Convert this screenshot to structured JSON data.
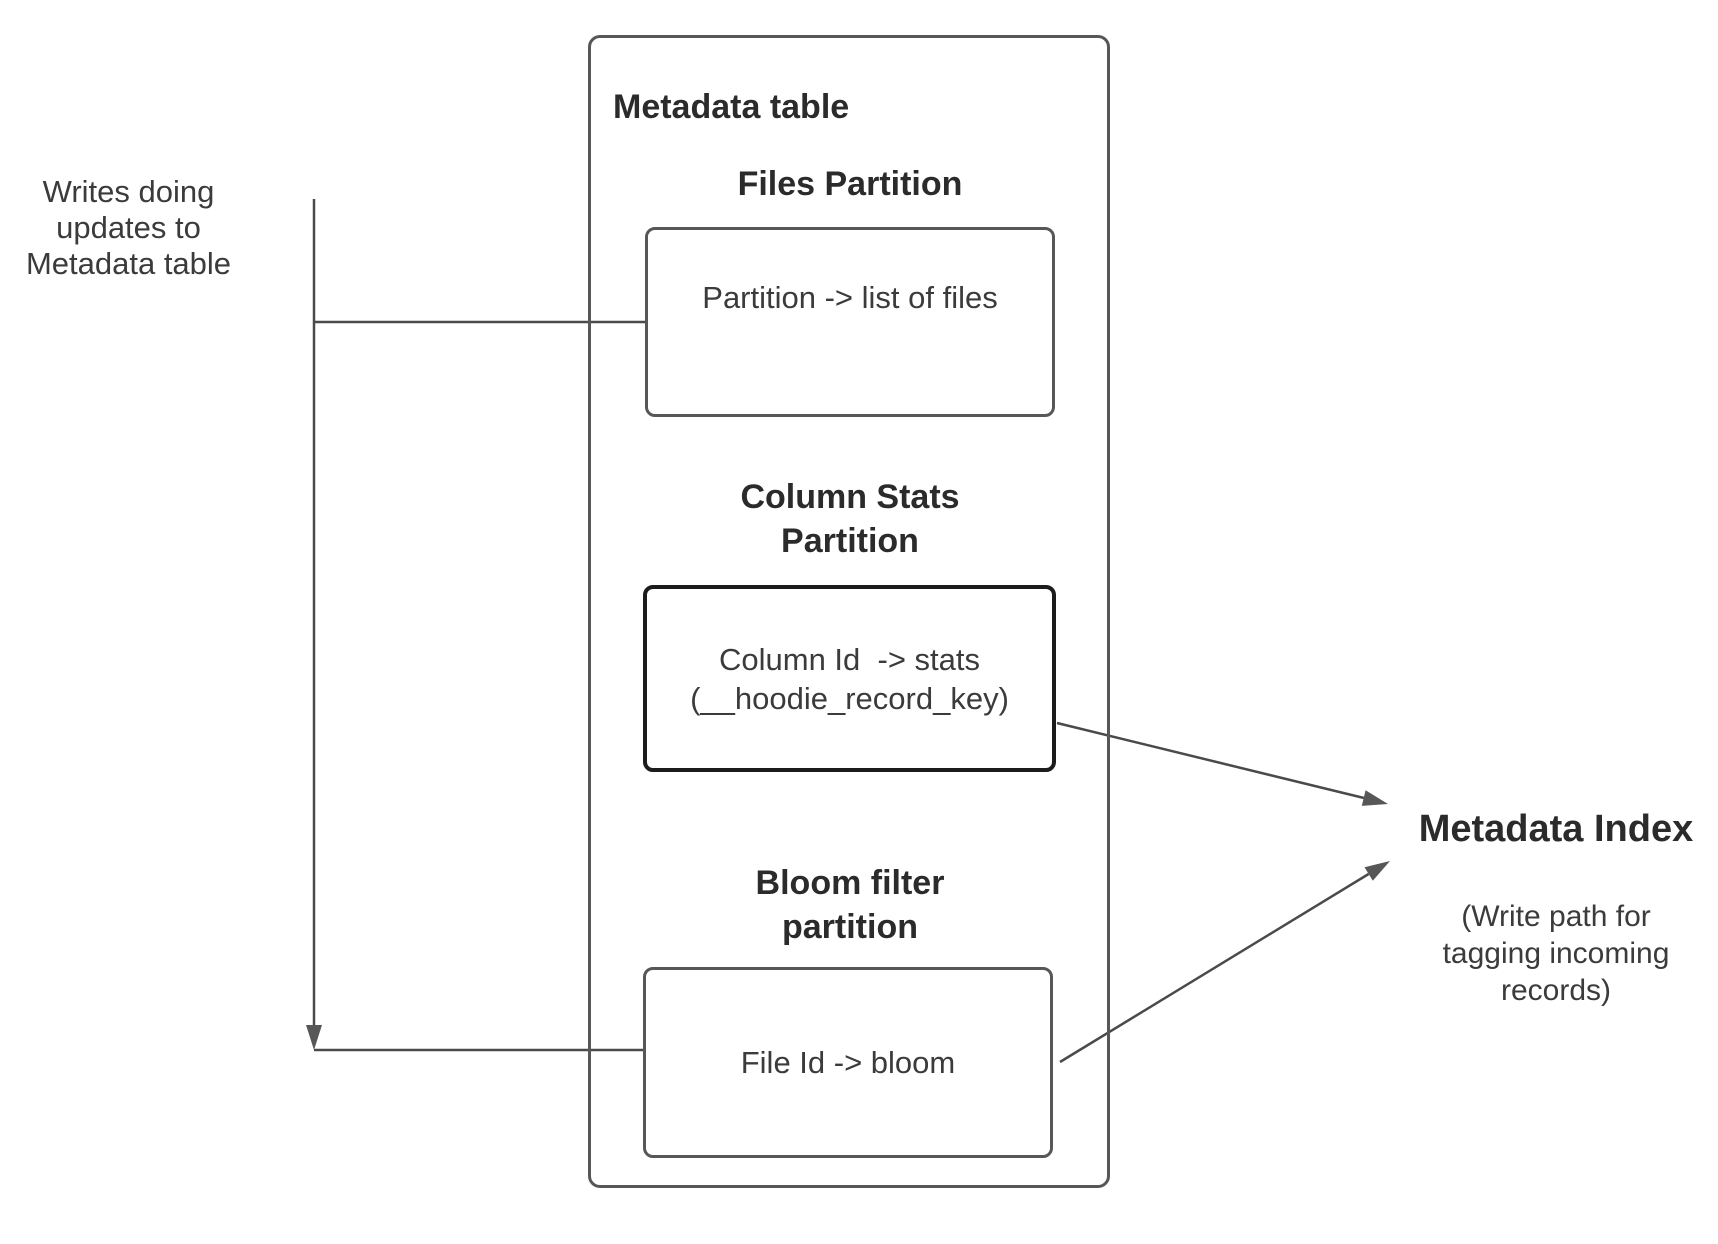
{
  "diagram": {
    "title": "Metadata table",
    "left_note": "Writes doing\nupdates to\nMetadata table",
    "partitions": [
      {
        "heading": "Files Partition",
        "box_text": "Partition -> list of files"
      },
      {
        "heading": "Column Stats\nPartition",
        "box_text": "Column Id  -> stats\n(__hoodie_record_key)"
      },
      {
        "heading": "Bloom filter\npartition",
        "box_text": "File Id -> bloom"
      }
    ],
    "index": {
      "title": "Metadata Index",
      "subtitle": "(Write path for\ntagging incoming\nrecords)"
    },
    "colors": {
      "background": "#ffffff",
      "border_gray": "#575757",
      "border_black": "#1c1c1c",
      "line": "#4a4a4a",
      "arrow": "#575757",
      "heading_text": "#2b2b2b",
      "body_text": "#3b3b3b"
    }
  }
}
